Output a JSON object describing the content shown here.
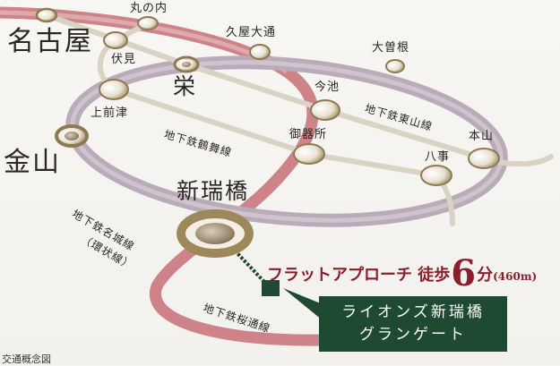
{
  "map": {
    "caption": "交通概念図",
    "lines": [
      {
        "name": "地下鉄東山線",
        "color": "#d6d1c4"
      },
      {
        "name": "地下鉄鶴舞線",
        "color": "#d6d1c4"
      },
      {
        "name": "地下鉄名城線",
        "sub": "（環状線）",
        "color": "#b7a7b4"
      },
      {
        "name": "地下鉄桜通線",
        "color": "#c26a70"
      }
    ],
    "stations": {
      "nagoya": "名古屋",
      "marunouchi": "丸の内",
      "fushimi": "伏見",
      "hisaya_odori": "久屋大通",
      "sakae": "栄",
      "ozone": "大曽根",
      "kamimaezu": "上前津",
      "imaike": "今池",
      "gokiso": "御器所",
      "motoyama": "本山",
      "kanayama": "金山",
      "yagoto": "八事",
      "mizuho": "新瑞橋"
    },
    "access": {
      "label": "フラットアプローチ 徒歩",
      "minutes": "6",
      "unit": "分",
      "distance": "(460m)",
      "color": "#8a1f2b"
    },
    "property": {
      "line1": "ライオンズ新瑞橋",
      "line2": "グランゲート",
      "color": "#1d4a30"
    }
  }
}
